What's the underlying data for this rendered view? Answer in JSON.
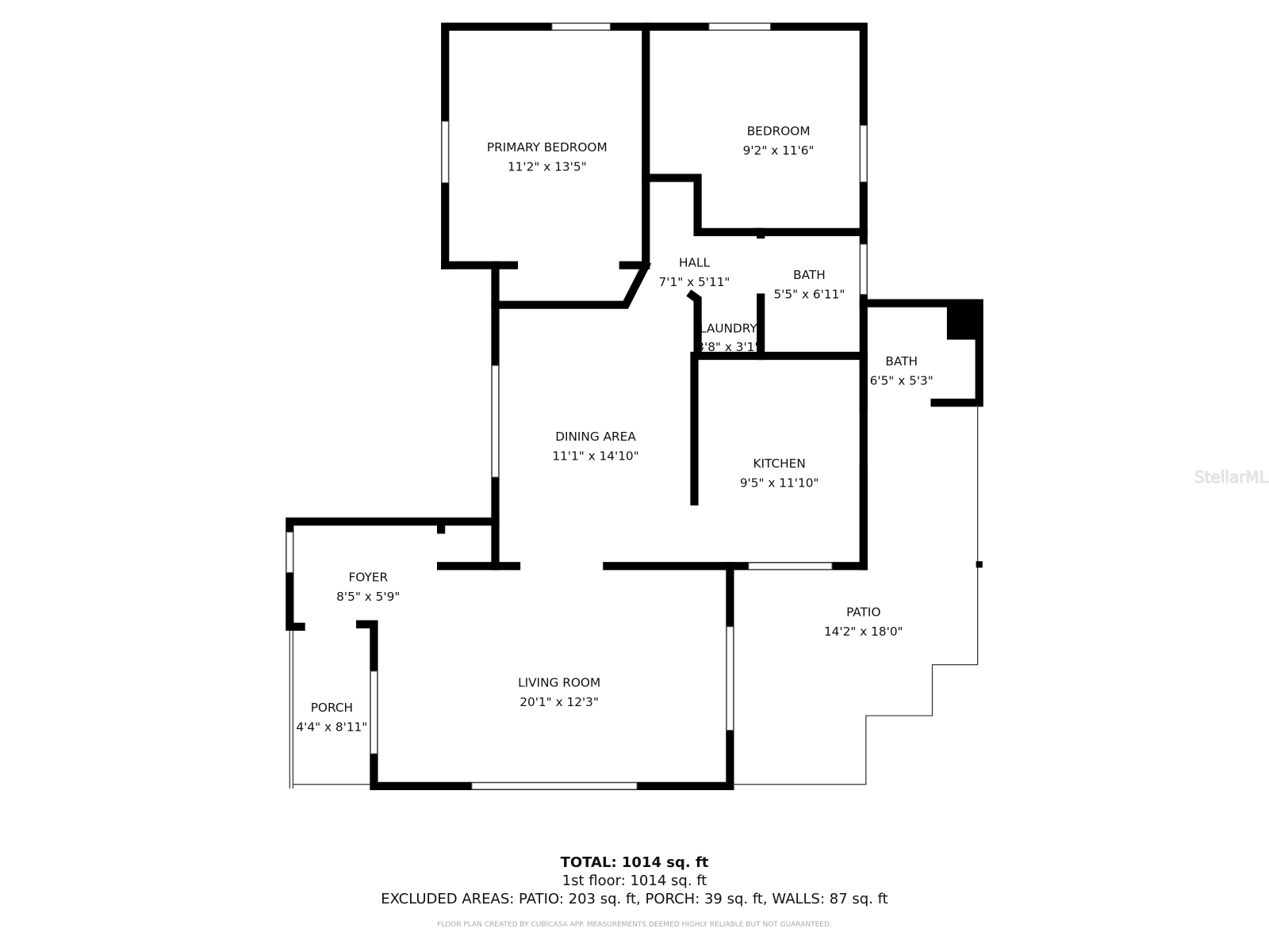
{
  "rooms": [
    {
      "name": "PRIMARY BEDROOM",
      "size": "11'2\" x 13'5\""
    },
    {
      "name": "BEDROOM",
      "size": "9'2\" x 11'6\""
    },
    {
      "name": "HALL",
      "size": "7'1\" x 5'11\""
    },
    {
      "name": "BATH",
      "size": "5'5\" x 6'11\""
    },
    {
      "name": "LAUNDRY",
      "size": "3'8\" x 3'1\""
    },
    {
      "name": "BATH",
      "size": "6'5\" x 5'3\""
    },
    {
      "name": "DINING AREA",
      "size": "11'1\" x 14'10\""
    },
    {
      "name": "KITCHEN",
      "size": "9'5\" x 11'10\""
    },
    {
      "name": "FOYER",
      "size": "8'5\" x 5'9\""
    },
    {
      "name": "PATIO",
      "size": "14'2\" x 18'0\""
    },
    {
      "name": "LIVING ROOM",
      "size": "20'1\" x 12'3\""
    },
    {
      "name": "PORCH",
      "size": "4'4\" x 8'11\""
    }
  ],
  "summary": {
    "total": "TOTAL: 1014 sq. ft",
    "floor": "1st floor: 1014 sq. ft",
    "excluded": "EXCLUDED AREAS: PATIO: 203 sq. ft, PORCH: 39 sq. ft, WALLS: 87 sq. ft",
    "disclaimer": "FLOOR PLAN CREATED BY CUBICASA APP. MEASUREMENTS DEEMED HIGHLY RELIABLE BUT NOT GUARANTEED."
  },
  "watermark": "StellarMLS"
}
